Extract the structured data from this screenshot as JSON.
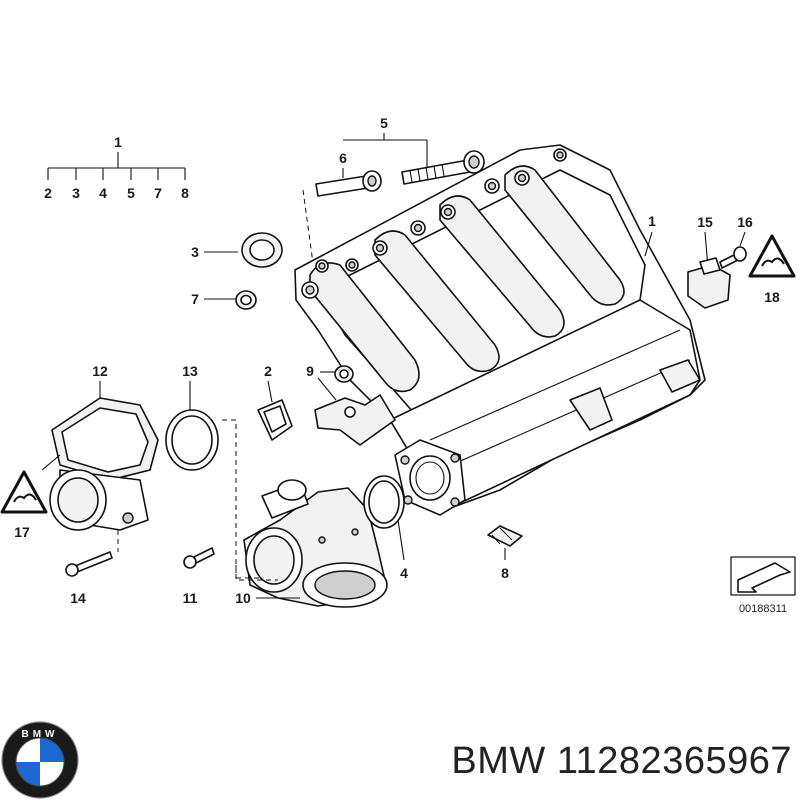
{
  "callouts": {
    "c1_top": "1",
    "c2_top": "2",
    "c3_top": "3",
    "c4_top": "4",
    "c5_top": "5",
    "c7_top": "7",
    "c8_top": "8",
    "c5": "5",
    "c6": "6",
    "c3": "3",
    "c7": "7",
    "c1": "1",
    "c15": "15",
    "c16": "16",
    "c18": "18",
    "c12": "12",
    "c13": "13",
    "c2": "2",
    "c9": "9",
    "c17": "17",
    "c14": "14",
    "c11": "11",
    "c10": "10",
    "c4": "4",
    "c8": "8"
  },
  "diagram_code": "00188311",
  "caption": {
    "brand": "BMW",
    "part_number": "11282365967"
  },
  "logo": {
    "text": "BMW",
    "colors": {
      "blue": "#1c69d4",
      "black": "#111111",
      "white": "#ffffff"
    }
  }
}
